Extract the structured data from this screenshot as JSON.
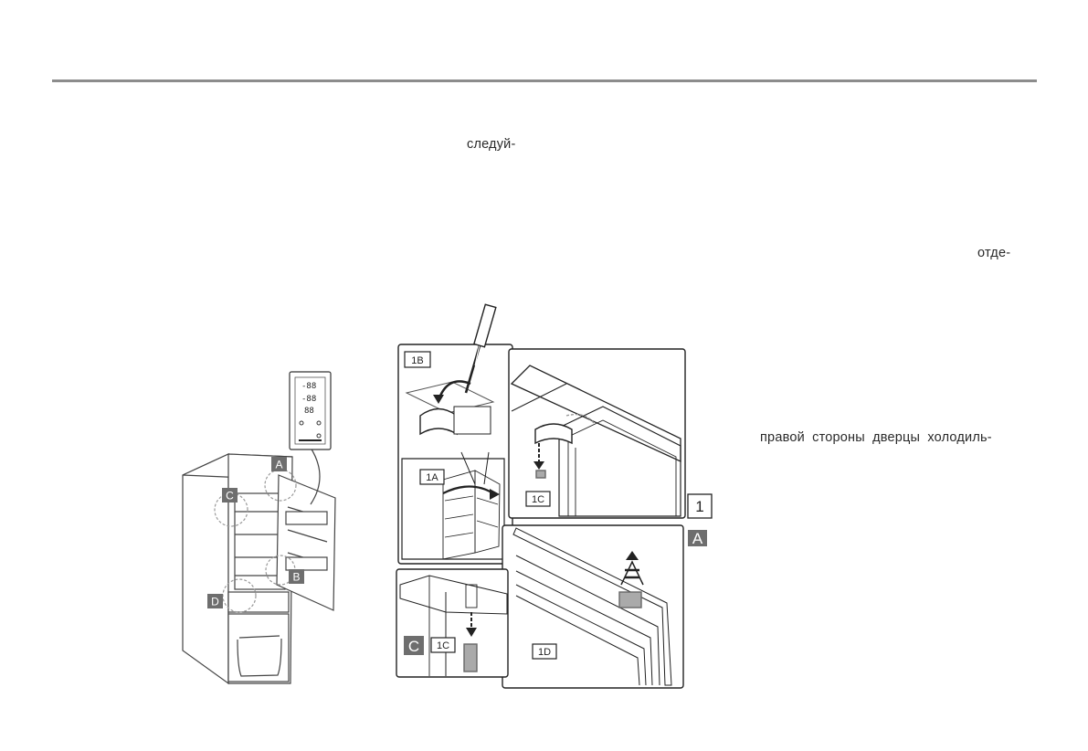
{
  "text_fragments": [
    "следуй-",
    "отде-",
    "правой стороны дверцы холодиль-"
  ],
  "figure_labels": {
    "a": "A",
    "b": "B",
    "c": "C",
    "d": "D",
    "a_panel": "A",
    "c_panel": "C",
    "step_1b": "1B",
    "step_1a": "1A",
    "step_1c": "1C",
    "step_1c_lower": "1C",
    "step_1d": "1D",
    "figure_number": "1"
  },
  "display_panel": {
    "row1": "-88",
    "row2": "-88",
    "row3": "88"
  },
  "colors": {
    "rule": "#8c8c8c",
    "label_fill": "#6e6e6e",
    "line": "#222222"
  }
}
